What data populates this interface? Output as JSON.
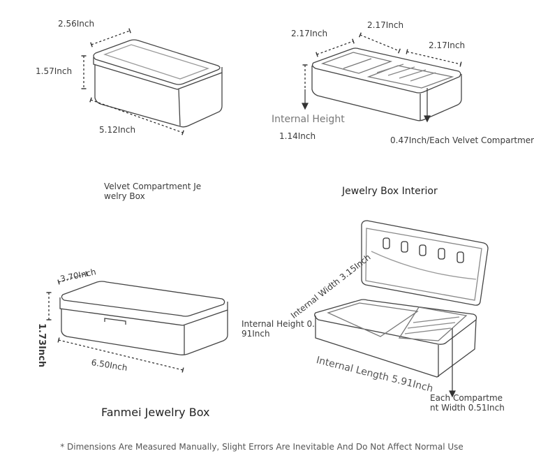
{
  "panel_tl": {
    "width": "2.56Inch",
    "height": "1.57Inch",
    "length": "5.12Inch",
    "caption_line1": "Velvet Compartment Je",
    "caption_line2": "welry Box"
  },
  "panel_tr": {
    "dim_a": "2.17Inch",
    "dim_b": "2.17Inch",
    "dim_c": "2.17Inch",
    "internal_height_title": "Internal Height",
    "internal_height_value": "1.14Inch",
    "compartment": "0.47Inch/Each Velvet Compartmer",
    "caption": "Jewelry Box Interior"
  },
  "panel_bl": {
    "width": "3.70Inch",
    "height": "1.73Inch",
    "length": "6.50Inch",
    "caption": "Fanmei Jewelry Box"
  },
  "panel_br": {
    "internal_width": "Internal Width 3.15Inch",
    "internal_height_line1": "Internal Height 0.",
    "internal_height_line2": "91Inch",
    "internal_length": "Internal Length 5.91Inch",
    "each_line1": "Each Compartme",
    "each_line2": "nt Width 0.51Inch"
  },
  "footnote": "* Dimensions Are Measured Manually, Slight Errors Are Inevitable And Do Not Affect Normal Use"
}
